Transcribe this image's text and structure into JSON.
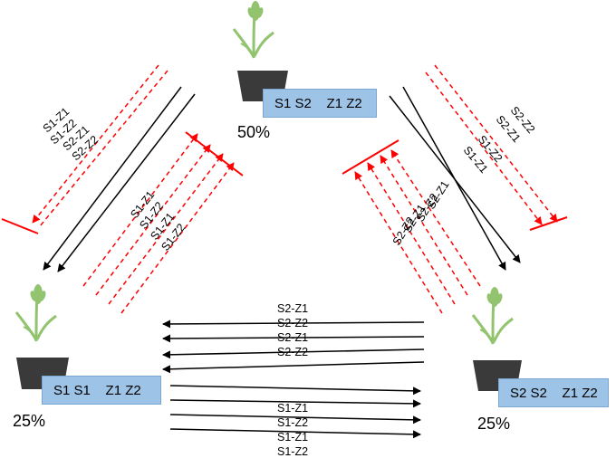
{
  "colors": {
    "box": "#9dc3e6",
    "pot": "#3a3a3a",
    "plant": "#92c36e",
    "solid_arrow": "#000000",
    "dashed_arrow": "#ff0000"
  },
  "icons": [
    "plant-icon",
    "pot-icon"
  ],
  "nodes": {
    "top": {
      "genotype": "S1 S2    Z1 Z2",
      "percent": "50%"
    },
    "left": {
      "genotype": "S1 S1    Z1 Z2",
      "percent": "25%"
    },
    "right": {
      "genotype": "S2 S2    Z1 Z2",
      "percent": "25%"
    }
  },
  "edges": {
    "top_to_left": [
      "S1-Z1",
      "S1-Z2",
      "S2-Z1",
      "S2-Z2"
    ],
    "left_to_top": [
      "S1-Z1",
      "S1-Z2",
      "S1-Z1",
      "S1-Z2"
    ],
    "top_to_right": [
      "S1-Z1",
      "S1-Z2",
      "S2-Z1",
      "S2-Z2"
    ],
    "right_to_top": [
      "S2-Z1",
      "S2-Z2",
      "S2-Z1",
      "S2-Z2"
    ],
    "right_to_left": [
      "S2-Z1",
      "S2-Z2",
      "S2-Z1",
      "S2-Z2"
    ],
    "left_to_right": [
      "S1-Z1",
      "S1-Z2",
      "S1-Z1",
      "S1-Z2"
    ]
  }
}
